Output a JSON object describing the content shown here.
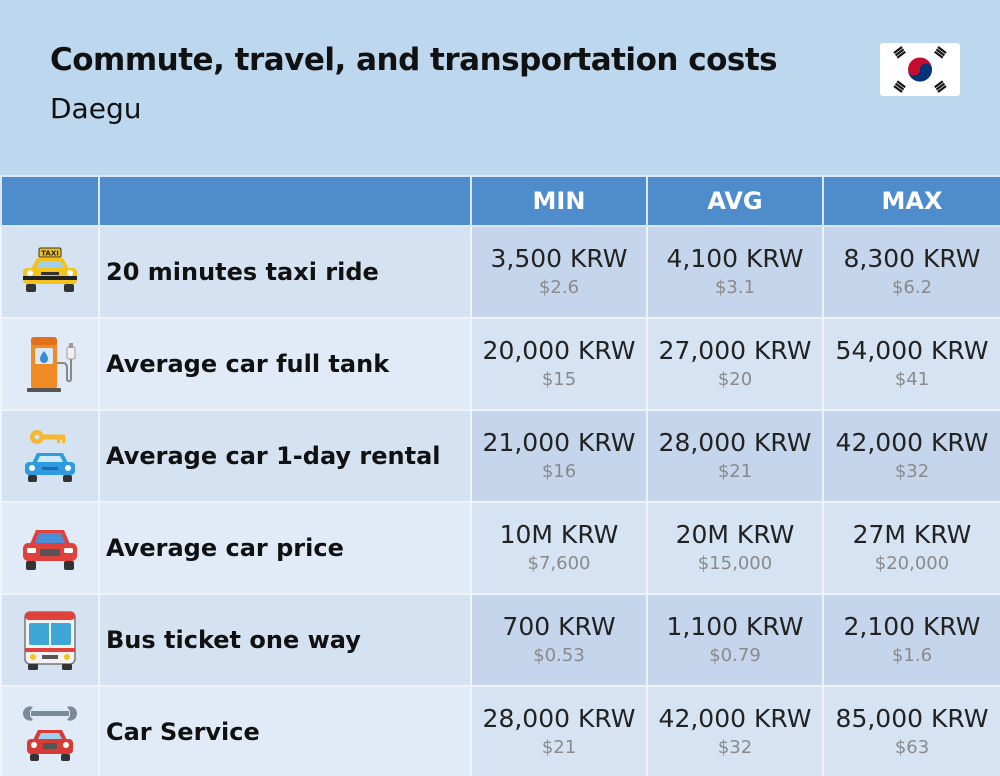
{
  "header": {
    "title": "Commute, travel, and transportation costs",
    "subtitle": "Daegu",
    "flag_icon": "south-korea-flag-icon"
  },
  "table": {
    "columns": [
      "MIN",
      "AVG",
      "MAX"
    ],
    "rows": [
      {
        "icon": "taxi-icon",
        "icon_text": "TAXI",
        "label": "20 minutes taxi ride",
        "min": {
          "krw": "3,500 KRW",
          "usd": "$2.6"
        },
        "avg": {
          "krw": "4,100 KRW",
          "usd": "$3.1"
        },
        "max": {
          "krw": "8,300 KRW",
          "usd": "$6.2"
        }
      },
      {
        "icon": "fuel-pump-icon",
        "label": "Average car full tank",
        "min": {
          "krw": "20,000 KRW",
          "usd": "$15"
        },
        "avg": {
          "krw": "27,000 KRW",
          "usd": "$20"
        },
        "max": {
          "krw": "54,000 KRW",
          "usd": "$41"
        }
      },
      {
        "icon": "car-rental-key-icon",
        "label": "Average car 1-day rental",
        "min": {
          "krw": "21,000 KRW",
          "usd": "$16"
        },
        "avg": {
          "krw": "28,000 KRW",
          "usd": "$21"
        },
        "max": {
          "krw": "42,000 KRW",
          "usd": "$32"
        }
      },
      {
        "icon": "car-icon",
        "label": "Average car price",
        "min": {
          "krw": "10M KRW",
          "usd": "$7,600"
        },
        "avg": {
          "krw": "20M KRW",
          "usd": "$15,000"
        },
        "max": {
          "krw": "27M KRW",
          "usd": "$20,000"
        }
      },
      {
        "icon": "bus-icon",
        "label": "Bus ticket one way",
        "min": {
          "krw": "700 KRW",
          "usd": "$0.53"
        },
        "avg": {
          "krw": "1,100 KRW",
          "usd": "$0.79"
        },
        "max": {
          "krw": "2,100 KRW",
          "usd": "$1.6"
        }
      },
      {
        "icon": "car-service-wrench-icon",
        "label": "Car Service",
        "min": {
          "krw": "28,000 KRW",
          "usd": "$21"
        },
        "avg": {
          "krw": "42,000 KRW",
          "usd": "$32"
        },
        "max": {
          "krw": "85,000 KRW",
          "usd": "$63"
        }
      }
    ]
  }
}
